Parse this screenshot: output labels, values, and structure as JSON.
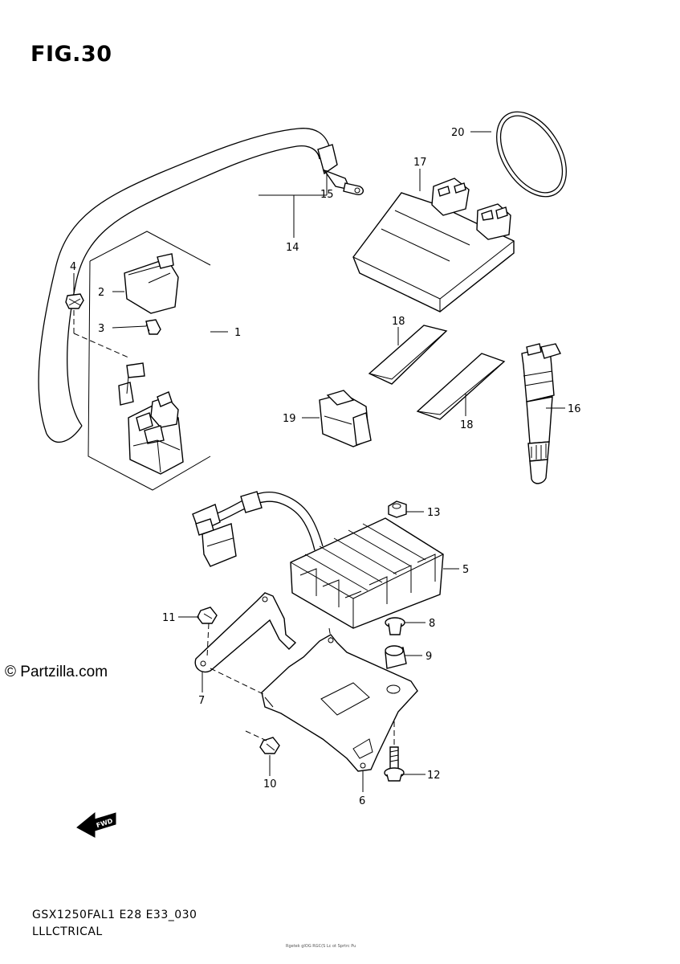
{
  "figure_title": "FIG.30",
  "watermark": "© Partzilla.com",
  "model_code": "GSX1250FAL1 E28 E33_030",
  "section_name": "LLLCTRICAL",
  "footer_tiny": "Rgetek gIOG  RGC(S Lc ot Sprtrc Pu",
  "fwd_arrow_label": "FWD",
  "callouts": {
    "c1": "1",
    "c2": "2",
    "c3": "3",
    "c4": "4",
    "c5": "5",
    "c6": "6",
    "c7": "7",
    "c8": "8",
    "c9": "9",
    "c10": "10",
    "c11": "11",
    "c12": "12",
    "c13": "13",
    "c14": "14",
    "c15": "15",
    "c16": "16",
    "c17": "17",
    "c18a": "18",
    "c18b": "18",
    "c19": "19",
    "c20": "20"
  }
}
